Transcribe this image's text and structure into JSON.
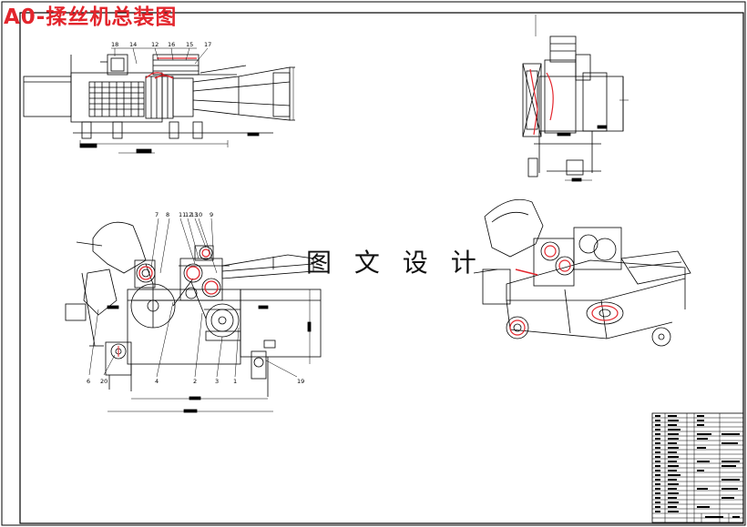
{
  "drawing": {
    "title": "A0-揉丝机总装图",
    "watermark": "图 文 设 计",
    "title_color": "#e3262d",
    "line_color": "#000000"
  },
  "front_view": {
    "part_numbers": [
      "7",
      "8",
      "11",
      "12",
      "13",
      "10",
      "9",
      "6",
      "20",
      "4",
      "2",
      "3",
      "1",
      "19"
    ]
  },
  "top_view": {
    "part_numbers": [
      "18",
      "14",
      "12",
      "16",
      "15",
      "17"
    ]
  }
}
